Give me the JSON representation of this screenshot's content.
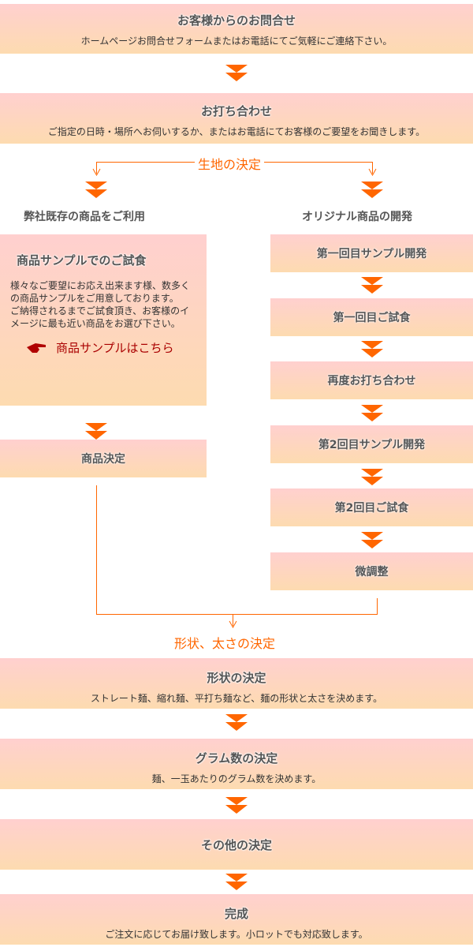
{
  "steps": {
    "inquiry": {
      "title": "お客様からのお問合せ",
      "text": "ホームページお問合せフォームまたはお電話にてご気軽にご連絡下さい。"
    },
    "meeting": {
      "title": "お打ち合わせ",
      "text": "ご指定の日時・場所へお伺いするか、またはお電話にてお客様のご要望をお聞きします。"
    },
    "shape": {
      "title": "形状の決定",
      "text": "ストレート麺、縮れ麺、平打ち麺など、麺の形状と太さを決めます。"
    },
    "gram": {
      "title": "グラム数の決定",
      "text": "麺、一玉あたりのグラム数を決めます。"
    },
    "other": {
      "title": "その他の決定"
    },
    "done": {
      "title": "完成",
      "text": "ご注文に応じてお届け致します。小ロットでも対応致します。"
    }
  },
  "dough_label": "生地の決定",
  "shape_label": "形状、太さの決定",
  "left": {
    "heading": "弊社既存の商品をご利用",
    "sample_title": "商品サンプルでのご試食",
    "sample_text": "様々なご要望にお応え出来ます様、数多くの商品サンプルをご用意しております。",
    "sample_text2": "ご納得されるまでご試食頂き、お客様のイメージに最も近い商品をお選び下さい。",
    "link": "商品サンプルはこちら",
    "decide": "商品決定"
  },
  "right": {
    "heading": "オリジナル商品の開発",
    "steps": [
      "第一回目サンプル開発",
      "第一回目ご試食",
      "再度お打ち合わせ",
      "第2回目サンプル開発",
      "第2回目ご試食",
      "微調整"
    ]
  },
  "colors": {
    "accent": "#ff6600",
    "link": "#aa0000"
  }
}
